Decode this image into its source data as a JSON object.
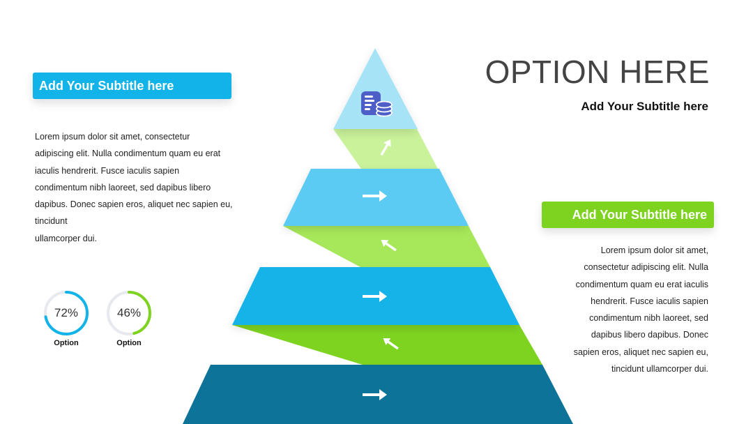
{
  "left": {
    "subtitle": "Add Your Subtitle here",
    "body_lines": [
      "Lorem ipsum dolor sit amet, consectetur",
      "adipiscing elit. Nulla condimentum quam eu erat",
      "iaculis hendrerit. Fusce iaculis sapien",
      "condimentum nibh laoreet, sed dapibus libero",
      "dapibus. Donec sapien eros, aliquet nec sapien eu,",
      "tincidunt",
      "ullamcorper dui."
    ],
    "stats": [
      {
        "value": "72%",
        "label": "Option",
        "percent": 72,
        "color": "#12b3e8"
      },
      {
        "value": "46%",
        "label": "Option",
        "percent": 46,
        "color": "#7ed321"
      }
    ]
  },
  "right": {
    "title": "OPTION HERE",
    "subtitle": "Add Your Subtitle here",
    "box_subtitle": "Add Your Subtitle here",
    "body_lines": [
      "Lorem ipsum dolor sit amet,",
      "consectetur adipiscing elit. Nulla",
      "condimentum quam eu erat iaculis",
      "hendrerit. Fusce iaculis sapien",
      "condimentum nibh laoreet, sed",
      "dapibus libero dapibus. Donec",
      "sapien eros, aliquet nec sapien eu,",
      "tincidunt ullamcorper dui."
    ]
  },
  "pyramid": {
    "top_icon": "database-icon",
    "colors": {
      "tier1": "#a6e3f7",
      "tier2": "#5ccbf3",
      "tier3": "#12b3e8",
      "tier4": "#0e7399",
      "band_light": "#c9f29a",
      "band_mid": "#a7e85a",
      "band_dark": "#7ed321",
      "icon": "#4d5fc7"
    }
  }
}
